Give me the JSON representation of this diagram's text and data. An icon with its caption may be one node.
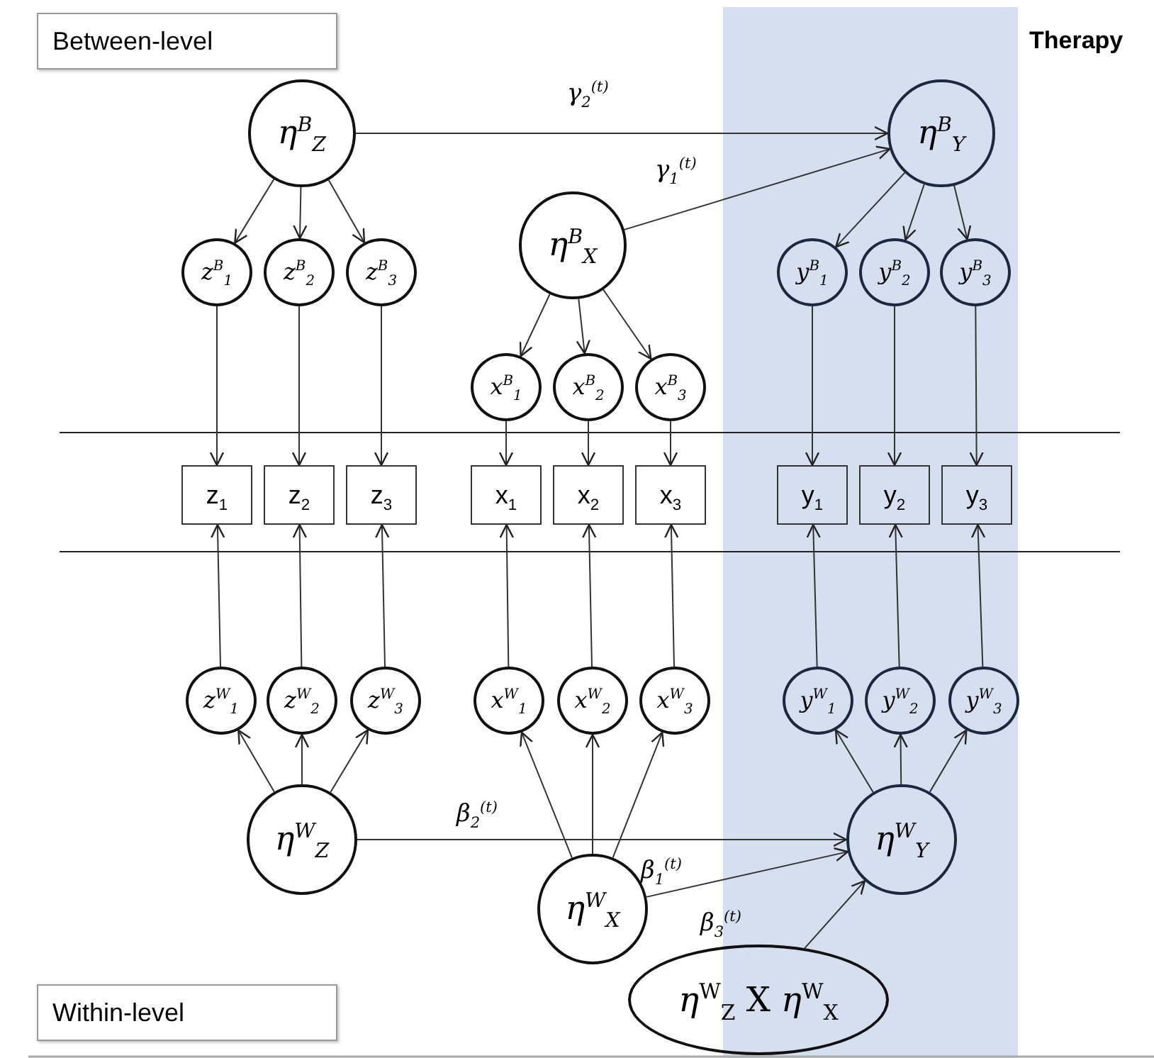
{
  "diagram": {
    "nodes": [
      {
        "text": [
          "Between-level"
        ]
      },
      {
        "text": [
          "η$^{B}$$_{Z}$"
        ]
      },
      {
        "text": [
          "η$^{B}$$_{Y}$"
        ]
      },
      {
        "text": [
          "η$^{B}$$_{X}$"
        ]
      },
      {
        "text": [
          "z$^{B}$$_{1}$"
        ]
      },
      {
        "text": [
          "z$^{B}$$_{2}$"
        ]
      },
      {
        "text": [
          "z$^{B}$$_{3}$"
        ]
      },
      {
        "text": [
          "y$^{B}$$_{1}$"
        ]
      },
      {
        "text": [
          "y$^{B}$$_{2}$"
        ]
      },
      {
        "text": [
          "y$^{B}$$_{3}$"
        ]
      },
      {
        "text": [
          "x$^{B}$$_{1}$"
        ]
      },
      {
        "text": [
          "x$^{B}$$_{2}$"
        ]
      },
      {
        "text": [
          "x$^{B}$$_{3}$"
        ]
      },
      {
        "text": [
          "z$_{1}$"
        ]
      },
      {
        "text": [
          "z$_{2}$"
        ]
      },
      {
        "text": [
          "z$_{3}$"
        ]
      },
      {
        "text": [
          "x$_{1}$"
        ]
      },
      {
        "text": [
          "x$_{2}$"
        ]
      },
      {
        "text": [
          "x$_{3}$"
        ]
      },
      {
        "text": [
          "y$_{1}$"
        ]
      },
      {
        "text": [
          "y$_{2}$"
        ]
      },
      {
        "text": [
          "y$_{3}$"
        ]
      },
      {
        "text": [
          "z$^{W}$$_{1}$"
        ]
      },
      {
        "text": [
          "z$^{W}$$_{2}$"
        ]
      },
      {
        "text": [
          "z$^{W}$$_{3}$"
        ]
      },
      {
        "text": [
          "x$^{W}$$_{1}$"
        ]
      },
      {
        "text": [
          "x$^{W}$$_{2}$"
        ]
      },
      {
        "text": [
          "x$^{W}$$_{3}$"
        ]
      },
      {
        "text": [
          "y$^{W}$$_{1}$"
        ]
      },
      {
        "text": [
          "y$^{W}$$_{2}$"
        ]
      },
      {
        "text": [
          "y$^{W}$$_{3}$"
        ]
      },
      {
        "text": [
          "η$^{W}$$_{Z}$"
        ]
      },
      {
        "text": [
          "η$^{W}$$_{Y}$"
        ]
      },
      {
        "text": [
          "η$^{W}$$_{X}$"
        ]
      },
      {
        "text": [
          "*η*$^{W}$$_{Z}$ X *η*$^{W}$$_{X}$"
        ]
      },
      {
        "text": [
          "Within-level"
        ]
      }
    ],
    "edges": [
      {
        "from": 1,
        "to": 2,
        "arrow": "to",
        "label": "γ$_{2}$$^{(t)}$"
      },
      {
        "from": 3,
        "to": 2,
        "arrow": "to",
        "label": "γ$_{1}$$^{(t)}$"
      },
      {
        "from": 1,
        "to": 4,
        "arrow": "to"
      },
      {
        "from": 1,
        "to": 5,
        "arrow": "to"
      },
      {
        "from": 1,
        "to": 6,
        "arrow": "to"
      },
      {
        "from": 2,
        "to": 7,
        "arrow": "to"
      },
      {
        "from": 2,
        "to": 8,
        "arrow": "to"
      },
      {
        "from": 2,
        "to": 9,
        "arrow": "to"
      },
      {
        "from": 3,
        "to": 10,
        "arrow": "to"
      },
      {
        "from": 3,
        "to": 11,
        "arrow": "to"
      },
      {
        "from": 3,
        "to": 12,
        "arrow": "to"
      },
      {
        "from": 4,
        "to": 13,
        "arrow": "to"
      },
      {
        "from": 5,
        "to": 14,
        "arrow": "to"
      },
      {
        "from": 6,
        "to": 15,
        "arrow": "to"
      },
      {
        "from": 10,
        "to": 16,
        "arrow": "to"
      },
      {
        "from": 11,
        "to": 17,
        "arrow": "to"
      },
      {
        "from": 12,
        "to": 18,
        "arrow": "to"
      },
      {
        "from": 7,
        "to": 19,
        "arrow": "to"
      },
      {
        "from": 8,
        "to": 20,
        "arrow": "to"
      },
      {
        "from": 9,
        "to": 21,
        "arrow": "to"
      },
      {
        "from": 22,
        "to": 13,
        "arrow": "to"
      },
      {
        "from": 23,
        "to": 14,
        "arrow": "to"
      },
      {
        "from": 24,
        "to": 15,
        "arrow": "to"
      },
      {
        "from": 25,
        "to": 16,
        "arrow": "to"
      },
      {
        "from": 26,
        "to": 17,
        "arrow": "to"
      },
      {
        "from": 27,
        "to": 18,
        "arrow": "to"
      },
      {
        "from": 28,
        "to": 19,
        "arrow": "to"
      },
      {
        "from": 29,
        "to": 20,
        "arrow": "to"
      },
      {
        "from": 30,
        "to": 21,
        "arrow": "to"
      },
      {
        "from": 31,
        "to": 22,
        "arrow": "to"
      },
      {
        "from": 31,
        "to": 23,
        "arrow": "to"
      },
      {
        "from": 31,
        "to": 24,
        "arrow": "to"
      },
      {
        "from": 33,
        "to": 25,
        "arrow": "to"
      },
      {
        "from": 33,
        "to": 26,
        "arrow": "to"
      },
      {
        "from": 33,
        "to": 27,
        "arrow": "to"
      },
      {
        "from": 32,
        "to": 28,
        "arrow": "to"
      },
      {
        "from": 32,
        "to": 29,
        "arrow": "to"
      },
      {
        "from": 32,
        "to": 30,
        "arrow": "to"
      },
      {
        "from": 31,
        "to": 32,
        "arrow": "to",
        "label": "β$_{2}$$^{(t)}$"
      },
      {
        "from": 33,
        "to": 32,
        "arrow": "to",
        "label": "β$_{1}$$^{(t)}$"
      },
      {
        "from": 34,
        "to": 32,
        "arrow": "to",
        "label": "β$_{3}$$^{(t)}$"
      }
    ],
    "labels": [
      "Therapy"
    ]
  }
}
